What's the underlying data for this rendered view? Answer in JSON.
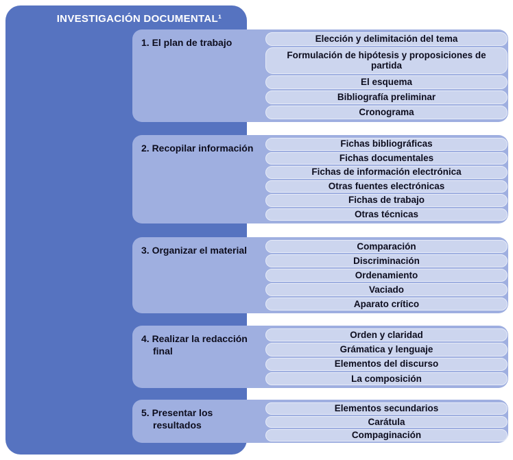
{
  "diagram": {
    "title": "INVESTIGACIÓN DOCUMENTAL¹",
    "colors": {
      "panel_blue": "#5673c0",
      "group_lavender": "#9fafe0",
      "pill_light": "#ccd5ee",
      "text_dark": "#0d0d1e",
      "title_text": "#ffffff",
      "background": "#ffffff"
    },
    "groups": [
      {
        "label": "1. El plan de trabajo",
        "items": [
          "Elección y delimitación del tema",
          "Formulación de hipótesis y proposiciones de partida",
          "El esquema",
          "Bibliografía preliminar",
          "Cronograma"
        ]
      },
      {
        "label": "2. Recopilar información",
        "items": [
          "Fichas bibliográficas",
          "Fichas documentales",
          "Fichas de información electrónica",
          "Otras fuentes electrónicas",
          "Fichas de trabajo",
          "Otras técnicas"
        ]
      },
      {
        "label": "3. Organizar el material",
        "items": [
          "Comparación",
          "Discriminación",
          "Ordenamiento",
          "Vaciado",
          "Aparato crítico"
        ]
      },
      {
        "label": "4. Realizar la redacción final",
        "items": [
          "Orden y claridad",
          "Grámatica y lenguaje",
          "Elementos del discurso",
          "La composición"
        ]
      },
      {
        "label": "5. Presentar los resultados",
        "items": [
          "Elementos secundarios",
          "Carátula",
          "Compaginación"
        ]
      }
    ]
  }
}
